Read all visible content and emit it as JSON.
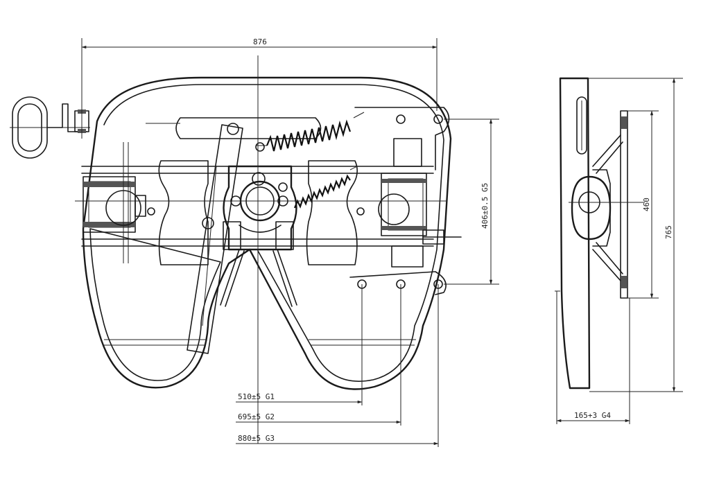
{
  "dimensions": {
    "overall_width": "876",
    "g1": "510±5  G1",
    "g2": "695±5  G2",
    "g3": "880±5  G3",
    "g5": "406±0.5  G5",
    "g4": "165+3 G4",
    "height_460": "460",
    "height_765": "765"
  },
  "colors": {
    "line": "#1a1a1a",
    "background": "#ffffff"
  },
  "icons": {
    "arrowhead": "dimension-arrow-icon"
  }
}
